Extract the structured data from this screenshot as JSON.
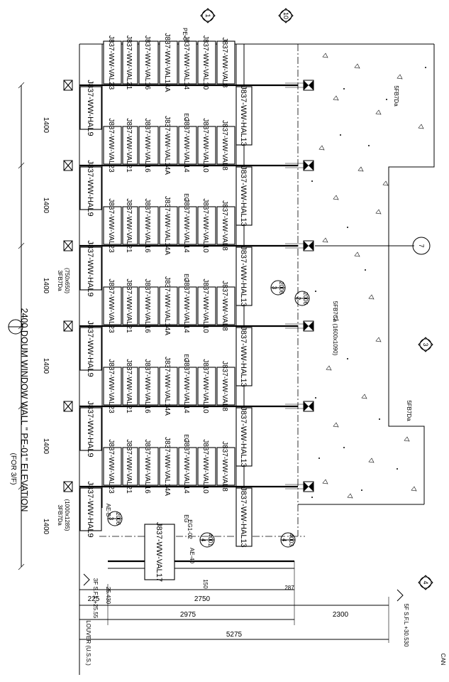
{
  "drawing": {
    "elevation_title": "2400 DOUM WINDOW WALL \" PE-01\" ELEVATION",
    "elevation_subtitle": "(FOR 3/F)",
    "louver_note": "LOUVER (U.S.S.)",
    "cut_text": "CAN",
    "pe_tag": "PE-0",
    "opening_labels": {
      "sfb7da_top": "5FB7Da",
      "sfb7da_mid": "5FB7Da",
      "sfb7ca": "5FB7Ca (1600x1090)",
      "sfb7da_small": "3FB7Da",
      "sfb7da_small_size": "(750x650)",
      "sfb7da_bottom": "3FB7Da",
      "sfb7da_bottom_size": "(1000x1285)"
    },
    "level_marks": {
      "sfl_right": "5F S.F.L +30.530",
      "sfl_left": "3F S.F.L +25.55",
      "level_left_2": "25.430"
    },
    "misc_labels": {
      "ae40": "AE-40",
      "d150": "150",
      "d287": "287",
      "eg02": "EG1-02",
      "egs": [
        "EG",
        "EG",
        "EG",
        "EG",
        "EG",
        "EG"
      ],
      "aeb": "AE-B"
    },
    "grid_bubbles": [
      "1",
      "10",
      "7",
      "3",
      "4"
    ],
    "section_bubbles": [
      {
        "num": "3",
        "ref": "2006"
      },
      {
        "num": "2",
        "ref": "2006"
      },
      {
        "num": "4",
        "ref": "4001"
      },
      {
        "num": "4",
        "ref": "4003"
      },
      {
        "num": "3",
        "ref": "2006"
      }
    ],
    "module_widths": [
      "1400",
      "1400",
      "1400",
      "1400",
      "1400",
      "1400"
    ],
    "bottom_dims": {
      "d225": "225",
      "d2750": "2750",
      "d2975": "2975",
      "d2300": "2300",
      "d5275": "5275"
    },
    "hal_left": "J837-WW-HAL9",
    "hal_right": "J837-WW-HAL13",
    "val17": "J837-WW-VAL17",
    "column_labels": [
      "J837-WW-VAL23",
      "J837-WW-VAL21",
      "J837-WW-VAL16",
      "J837-WW-VAL14A",
      "J837-WW-VAL14",
      "J837-WW-VAL10",
      "J837-WW-VAL8"
    ]
  }
}
